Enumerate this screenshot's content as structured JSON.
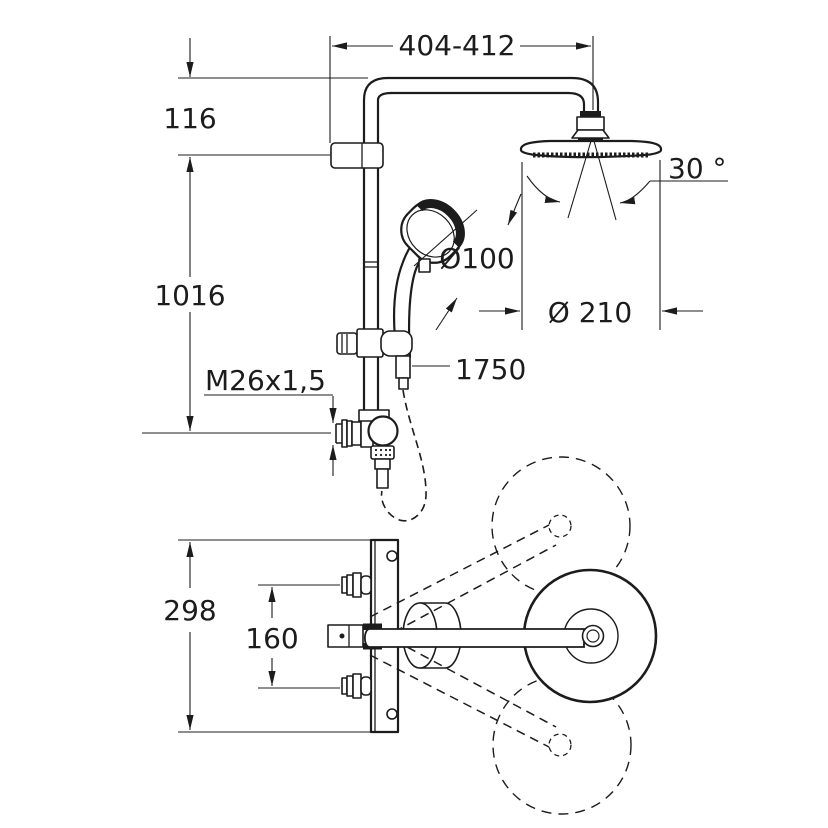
{
  "drawing": {
    "background": "#ffffff",
    "line_color": "#1c1c1c",
    "labels": {
      "arm_reach": "404-412",
      "arm_drop": "116",
      "rail_height": "1016",
      "thread": "M26x1,5",
      "spray_angle": "30 °",
      "hand_shower_diameter": "Ø100",
      "head_shower_diameter": "Ø 210",
      "hose_length": "1750",
      "valve_height": "298",
      "connection_distance": "160"
    }
  }
}
